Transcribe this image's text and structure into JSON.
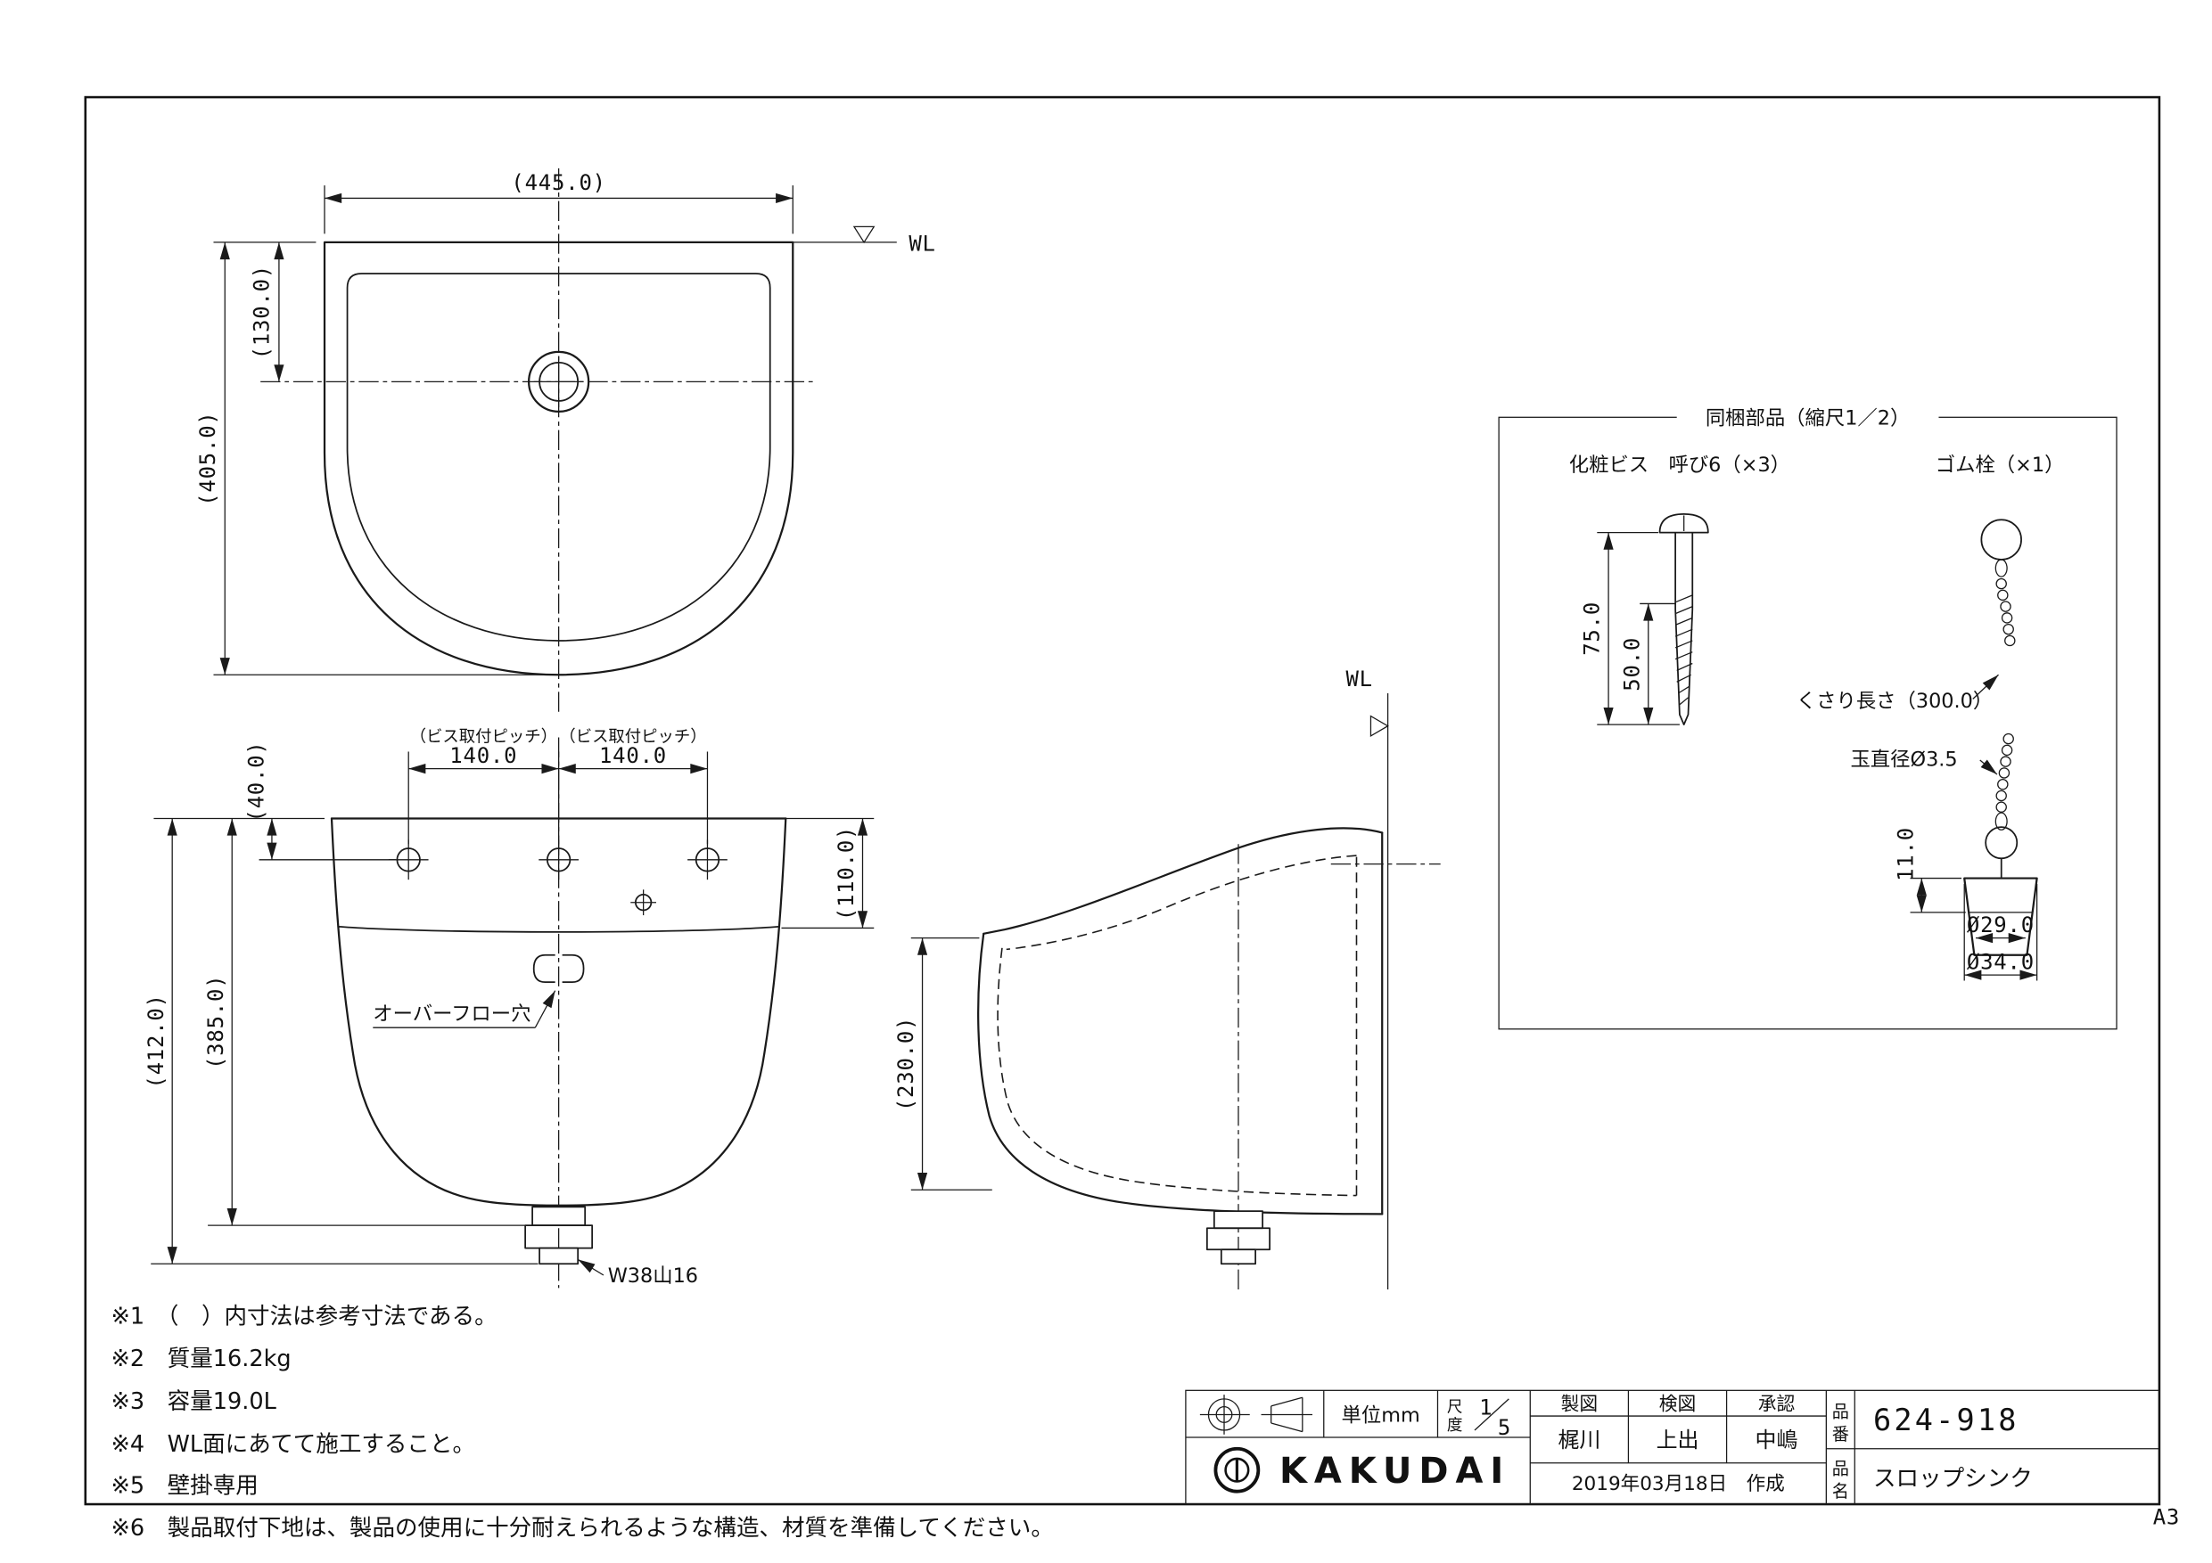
{
  "sheet": {
    "format_label": "A3"
  },
  "plan_view": {
    "wl_label": "WL",
    "dim_width": "(445.0)",
    "dim_depth": "(405.0)",
    "dim_drain_offset": "(130.0)"
  },
  "front_view": {
    "pitch_note_left": "（ビス取付ピッチ）",
    "pitch_left": "140.0",
    "pitch_note_right": "（ビス取付ピッチ）",
    "pitch_right": "140.0",
    "dim_hole_top": "(40.0)",
    "dim_apron": "(110.0)",
    "dim_body_height": "(385.0)",
    "dim_total_height": "(412.0)",
    "overflow_label": "オーバーフロー穴",
    "drain_thread": "W38山16"
  },
  "side_view": {
    "wl_label": "WL",
    "dim_depth": "(230.0)"
  },
  "included_parts": {
    "title": "同梱部品（縮尺1／2）",
    "screw_label": "化粧ビス　呼び6（×3）",
    "screw_dim_length": "75.0",
    "screw_dim_thread": "50.0",
    "plug_label": "ゴム栓（×1）",
    "chain_length_label": "くさり長さ（300.0）",
    "ball_dia_label": "玉直径Ø3.5",
    "plug_dim_top_dia": "Ø29.0",
    "plug_dim_bottom_dia": "Ø34.0",
    "plug_dim_height": "11.0"
  },
  "notes": [
    "※1　（　）内寸法は参考寸法である。",
    "※2　質量16.2kg",
    "※3　容量19.0L",
    "※4　WL面にあてて施工すること。",
    "※5　壁掛専用",
    "※6　製品取付下地は、製品の使用に十分耐えられるような構造、材質を準備してください。"
  ],
  "title_block": {
    "unit": "単位mm",
    "scale_label_1": "尺",
    "scale_label_2": "度",
    "scale_numerator": "1",
    "scale_denominator": "5",
    "col_draft": "製図",
    "col_check": "検図",
    "col_approve": "承認",
    "name_draft": "梶川",
    "name_check": "上出",
    "name_approve": "中嶋",
    "date_created": "2019年03月18日　作成",
    "part_no_label_1": "品",
    "part_no_label_2": "番",
    "part_no": "624-918",
    "part_name_label_1": "品",
    "part_name_label_2": "名",
    "part_name": "スロップシンク",
    "brand": "KAKUDAI"
  }
}
